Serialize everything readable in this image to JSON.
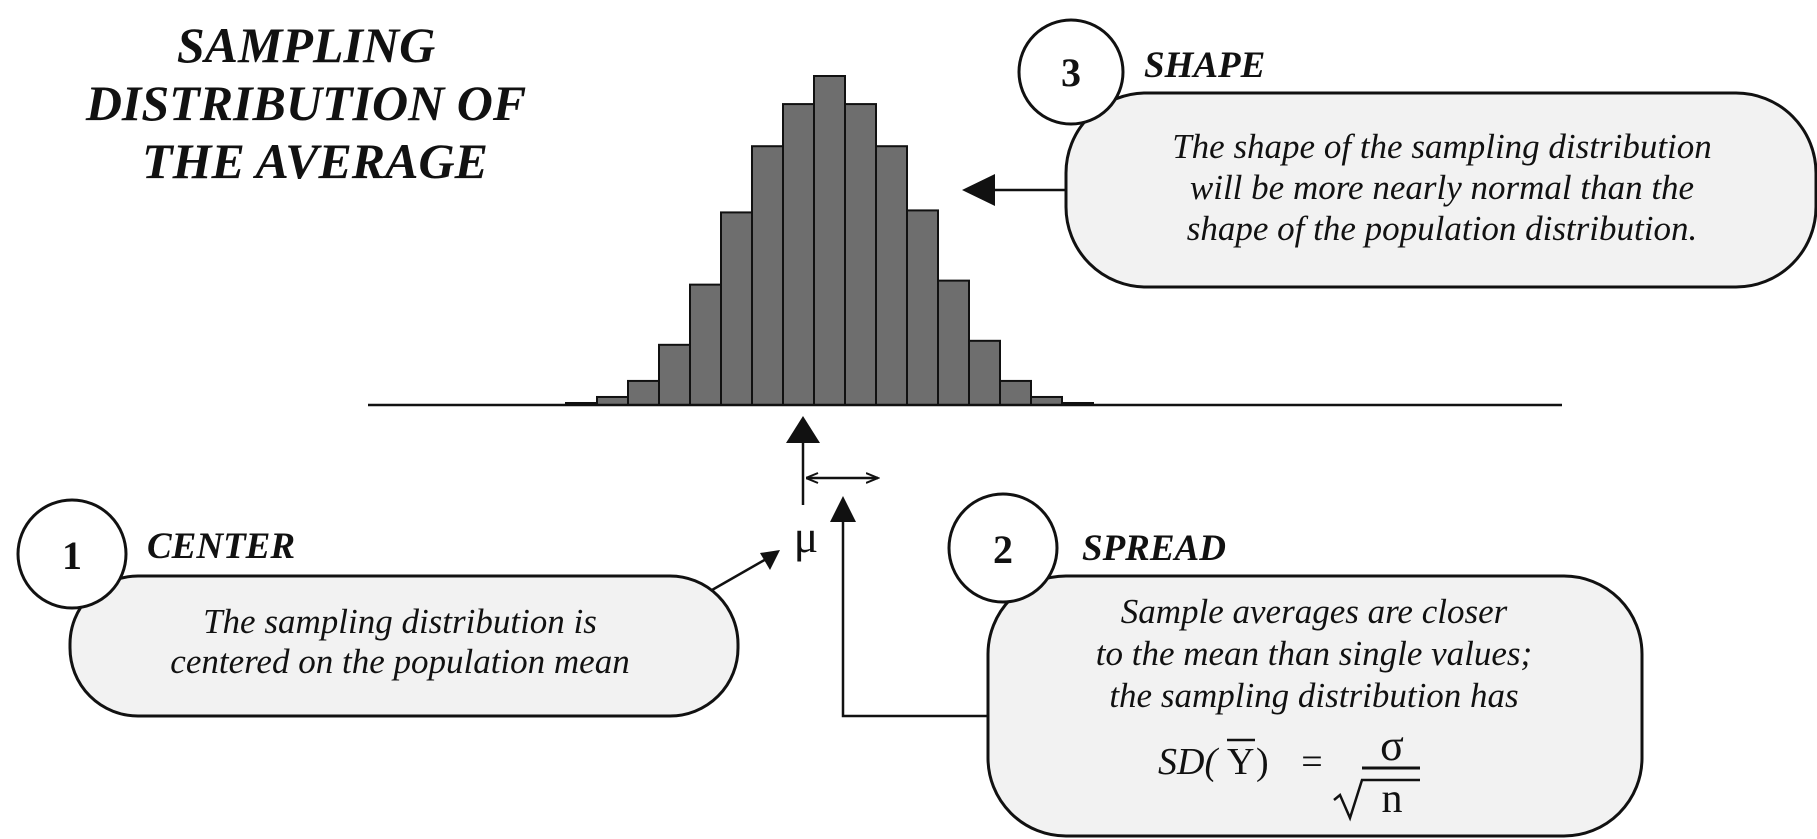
{
  "title": {
    "lines": [
      "SAMPLING",
      "DISTRIBUTION OF",
      "THE AVERAGE"
    ]
  },
  "histogram": {
    "frequencies": [
      1,
      4,
      12,
      30,
      60,
      96,
      129,
      150,
      164,
      150,
      129,
      97,
      62,
      32,
      12,
      4,
      1
    ],
    "max_frequency": 164,
    "bar_color": "#6e6e6e"
  },
  "axis": {
    "mean_symbol": "μ"
  },
  "callouts": {
    "center": {
      "number": "1",
      "heading": "CENTER",
      "lines": [
        "The sampling distribution is",
        "centered on the population mean"
      ]
    },
    "spread": {
      "number": "2",
      "heading": "SPREAD",
      "lines": [
        "Sample averages are closer",
        "to the mean than single values;",
        "the sampling distribution has"
      ],
      "formula": {
        "lhs_prefix": "SD(",
        "lhs_var": "Y",
        "lhs_suffix": ")",
        "equals": "=",
        "numerator": "σ",
        "denominator": "n"
      }
    },
    "shape": {
      "number": "3",
      "heading": "SHAPE",
      "lines": [
        "The shape of the sampling distribution",
        "will be more nearly normal than the",
        "shape of the population distribution."
      ]
    }
  },
  "colors": {
    "callout_fill": "#f2f2f2",
    "stroke": "#111111"
  }
}
